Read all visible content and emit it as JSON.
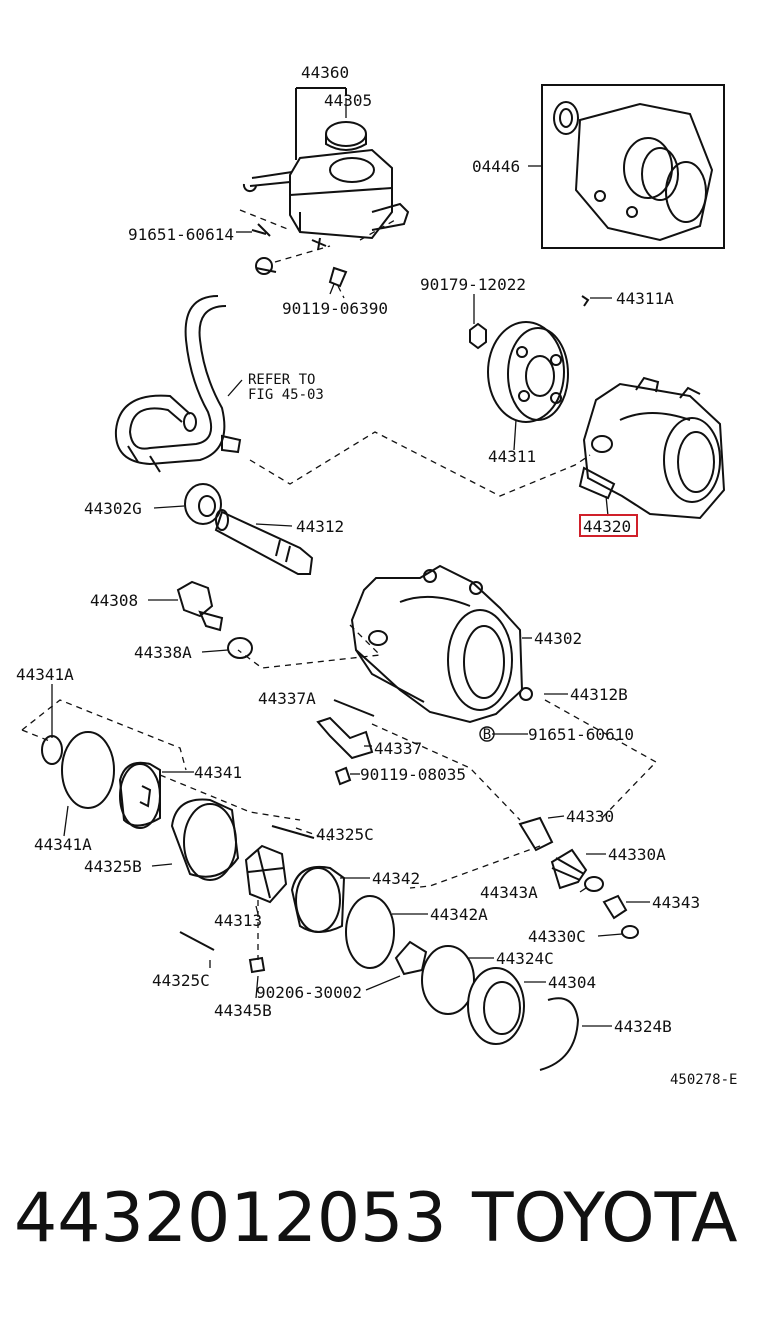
{
  "diagram": {
    "refer_line1": "REFER TO",
    "refer_line2": "FIG 45-03",
    "drawing_code": "450278-E",
    "highlight_color": "#d0202a",
    "labels": {
      "p44360": "44360",
      "p44305": "44305",
      "p04446": "04446",
      "p91651_60614": "91651-60614",
      "p90119_06390": "90119-06390",
      "p90179_12022": "90179-12022",
      "p44311A": "44311A",
      "p44311": "44311",
      "p44320": "44320",
      "p44302G": "44302G",
      "p44312": "44312",
      "p44308": "44308",
      "p44338A": "44338A",
      "p44302": "44302",
      "p44341A_top": "44341A",
      "p44337A": "44337A",
      "p44312B": "44312B",
      "p44337": "44337",
      "p91651_60610": "91651-60610",
      "p90119_08035": "90119-08035",
      "p44341": "44341",
      "p44341A_bot": "44341A",
      "p44330": "44330",
      "p44325C": "44325C",
      "p44325B": "44325B",
      "p44330A": "44330A",
      "p44342": "44342",
      "p44343A": "44343A",
      "p44343": "44343",
      "p44313": "44313",
      "p44342A": "44342A",
      "p44330C": "44330C",
      "p44325C_bot": "44325C",
      "p44324C": "44324C",
      "p90206_30002": "90206-30002",
      "p44304": "44304",
      "p44345B": "44345B",
      "p44324B": "44324B",
      "badge_B": "B"
    }
  },
  "footer": {
    "part_number": "4432012053",
    "brand": "TOYOTA"
  }
}
